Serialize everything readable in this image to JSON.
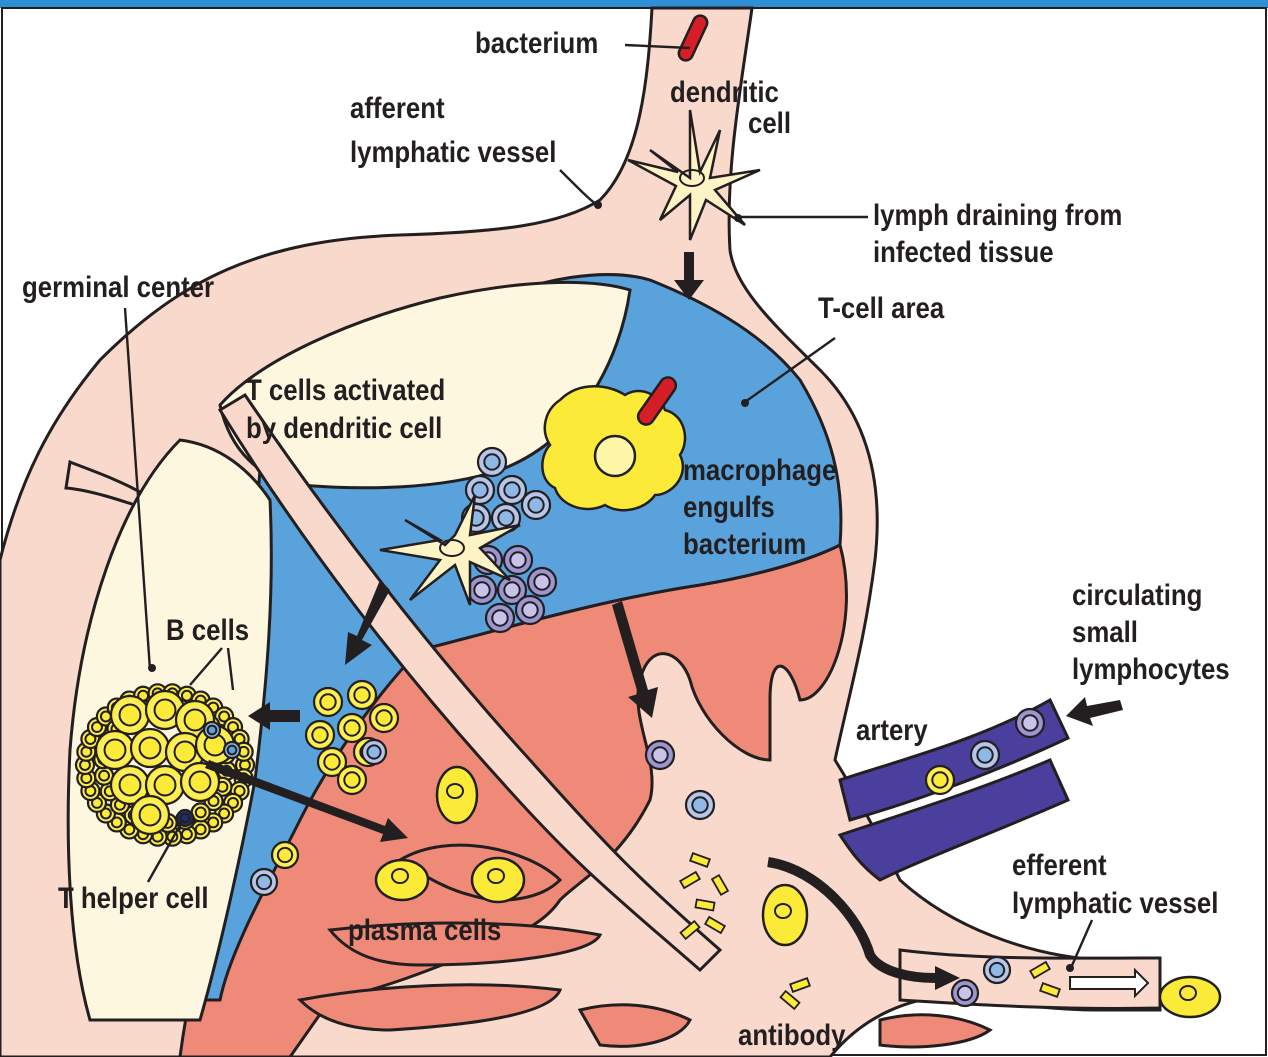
{
  "colors": {
    "frame_blue": "#2f8fd6",
    "lymph_pink": "#f9d9cc",
    "t_cell_area_blue": "#5aa2dc",
    "medulla_salmon": "#ef8a78",
    "follicle_cream": "#fdf7e0",
    "b_cell_yellow": "#fbeb38",
    "t_cell_lavender": "#9d95cf",
    "bacterium_red": "#d71e26",
    "artery_purple": "#4b3f9e",
    "ink": "#231f20"
  },
  "labels": {
    "bacterium": "bacterium",
    "afferent_1": "afferent",
    "afferent_2": "lymphatic vessel",
    "dendritic_1": "dendritic",
    "dendritic_2": "cell",
    "lymph_1": "lymph draining from",
    "lymph_2": "infected tissue",
    "germinal_center": "germinal center",
    "t_cell_area": "T-cell area",
    "t_activated_1": "T cells activated",
    "t_activated_2": "by dendritic cell",
    "macrophage_1": "macrophage",
    "macrophage_2": "engulfs",
    "macrophage_3": "bacterium",
    "b_cells": "B cells",
    "circulating_1": "circulating",
    "circulating_2": "small",
    "circulating_3": "lymphocytes",
    "artery": "artery",
    "t_helper": "T helper cell",
    "efferent_1": "efferent",
    "efferent_2": "lymphatic vessel",
    "plasma_cells": "plasma cells",
    "antibody": "antibody"
  }
}
